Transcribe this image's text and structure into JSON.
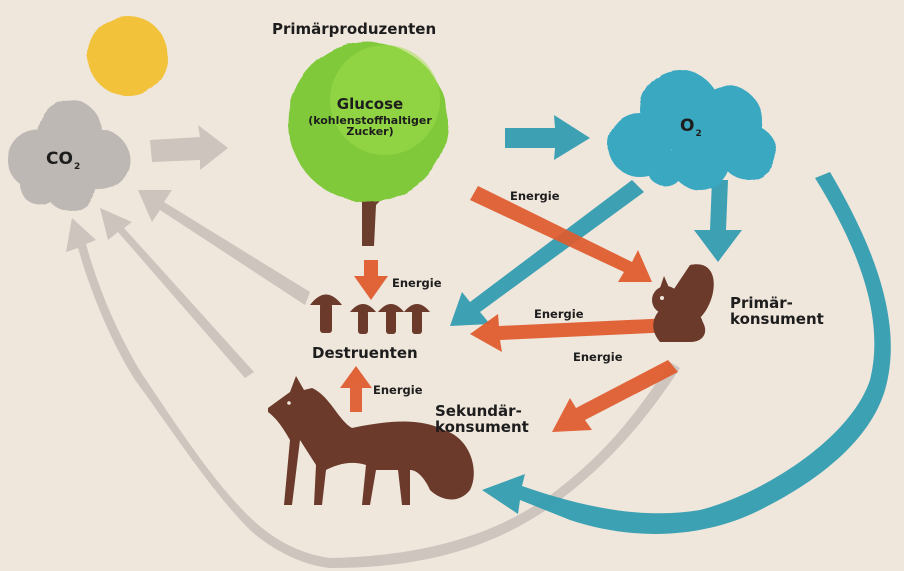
{
  "labels": {
    "primary_producers": "Primärproduzenten",
    "glucose_title": "Glucose",
    "glucose_line1": "(kohlenstoffhaltiger",
    "glucose_line2": "Zucker)",
    "co2_main": "CO",
    "co2_sub": "2",
    "o2_main": "O",
    "o2_sub": "2",
    "energy": "Energie",
    "decomposers": "Destruenten",
    "primary_consumer_line1": "Primär-",
    "primary_consumer_line2": "konsument",
    "secondary_consumer_line1": "Sekundär-",
    "secondary_consumer_line2": "konsument"
  },
  "colors": {
    "background": "#efe6dc",
    "sun": "#f2c23a",
    "co2_cloud": "#bdb8b3",
    "o2_cloud": "#3aa8c2",
    "tree_crown": "#7fc93a",
    "trunk": "#6a3d2c",
    "animals": "#6b3a2a",
    "energy_arrow": "#e05a2b",
    "oxygen_arrow": "#2e9bb0",
    "carbon_arrow": "#c9c1ba"
  },
  "icons": [
    "sun-icon",
    "co2-cloud-icon",
    "o2-cloud-icon",
    "tree-icon",
    "mushrooms-icon",
    "squirrel-icon",
    "fox-icon"
  ]
}
